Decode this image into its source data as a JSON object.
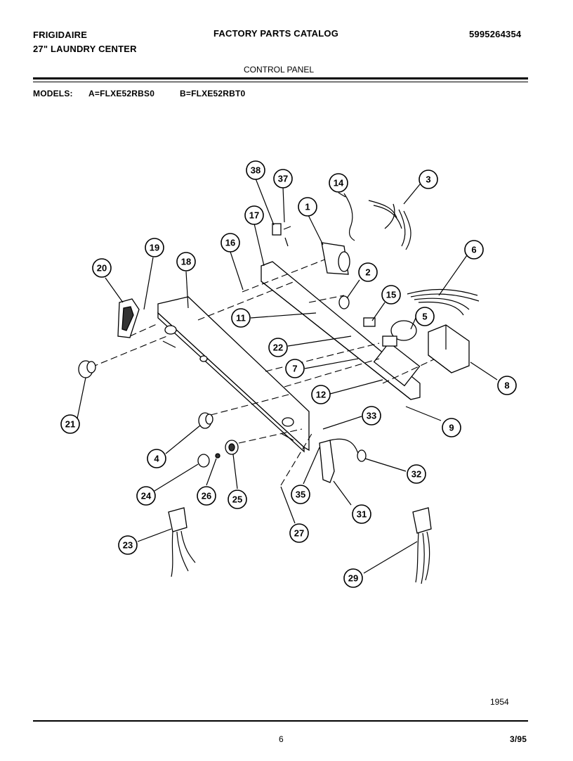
{
  "header": {
    "brand": "FRIGIDAIRE",
    "product": "27\" LAUNDRY CENTER",
    "catalog_title": "FACTORY PARTS CATALOG",
    "catalog_number": "5995264354",
    "section": "CONTROL PANEL",
    "models_label": "MODELS:",
    "model_a": "A=FLXE52RBS0",
    "model_b": "B=FLXE52RBT0"
  },
  "callouts": [
    "38",
    "37",
    "14",
    "3",
    "1",
    "17",
    "16",
    "19",
    "20",
    "18",
    "6",
    "2",
    "15",
    "5",
    "11",
    "22",
    "7",
    "12",
    "8",
    "9",
    "21",
    "33",
    "4",
    "32",
    "24",
    "26",
    "25",
    "35",
    "31",
    "27",
    "23",
    "29"
  ],
  "footer": {
    "drawing_number": "1954",
    "page_number": "6",
    "date": "3/95"
  }
}
